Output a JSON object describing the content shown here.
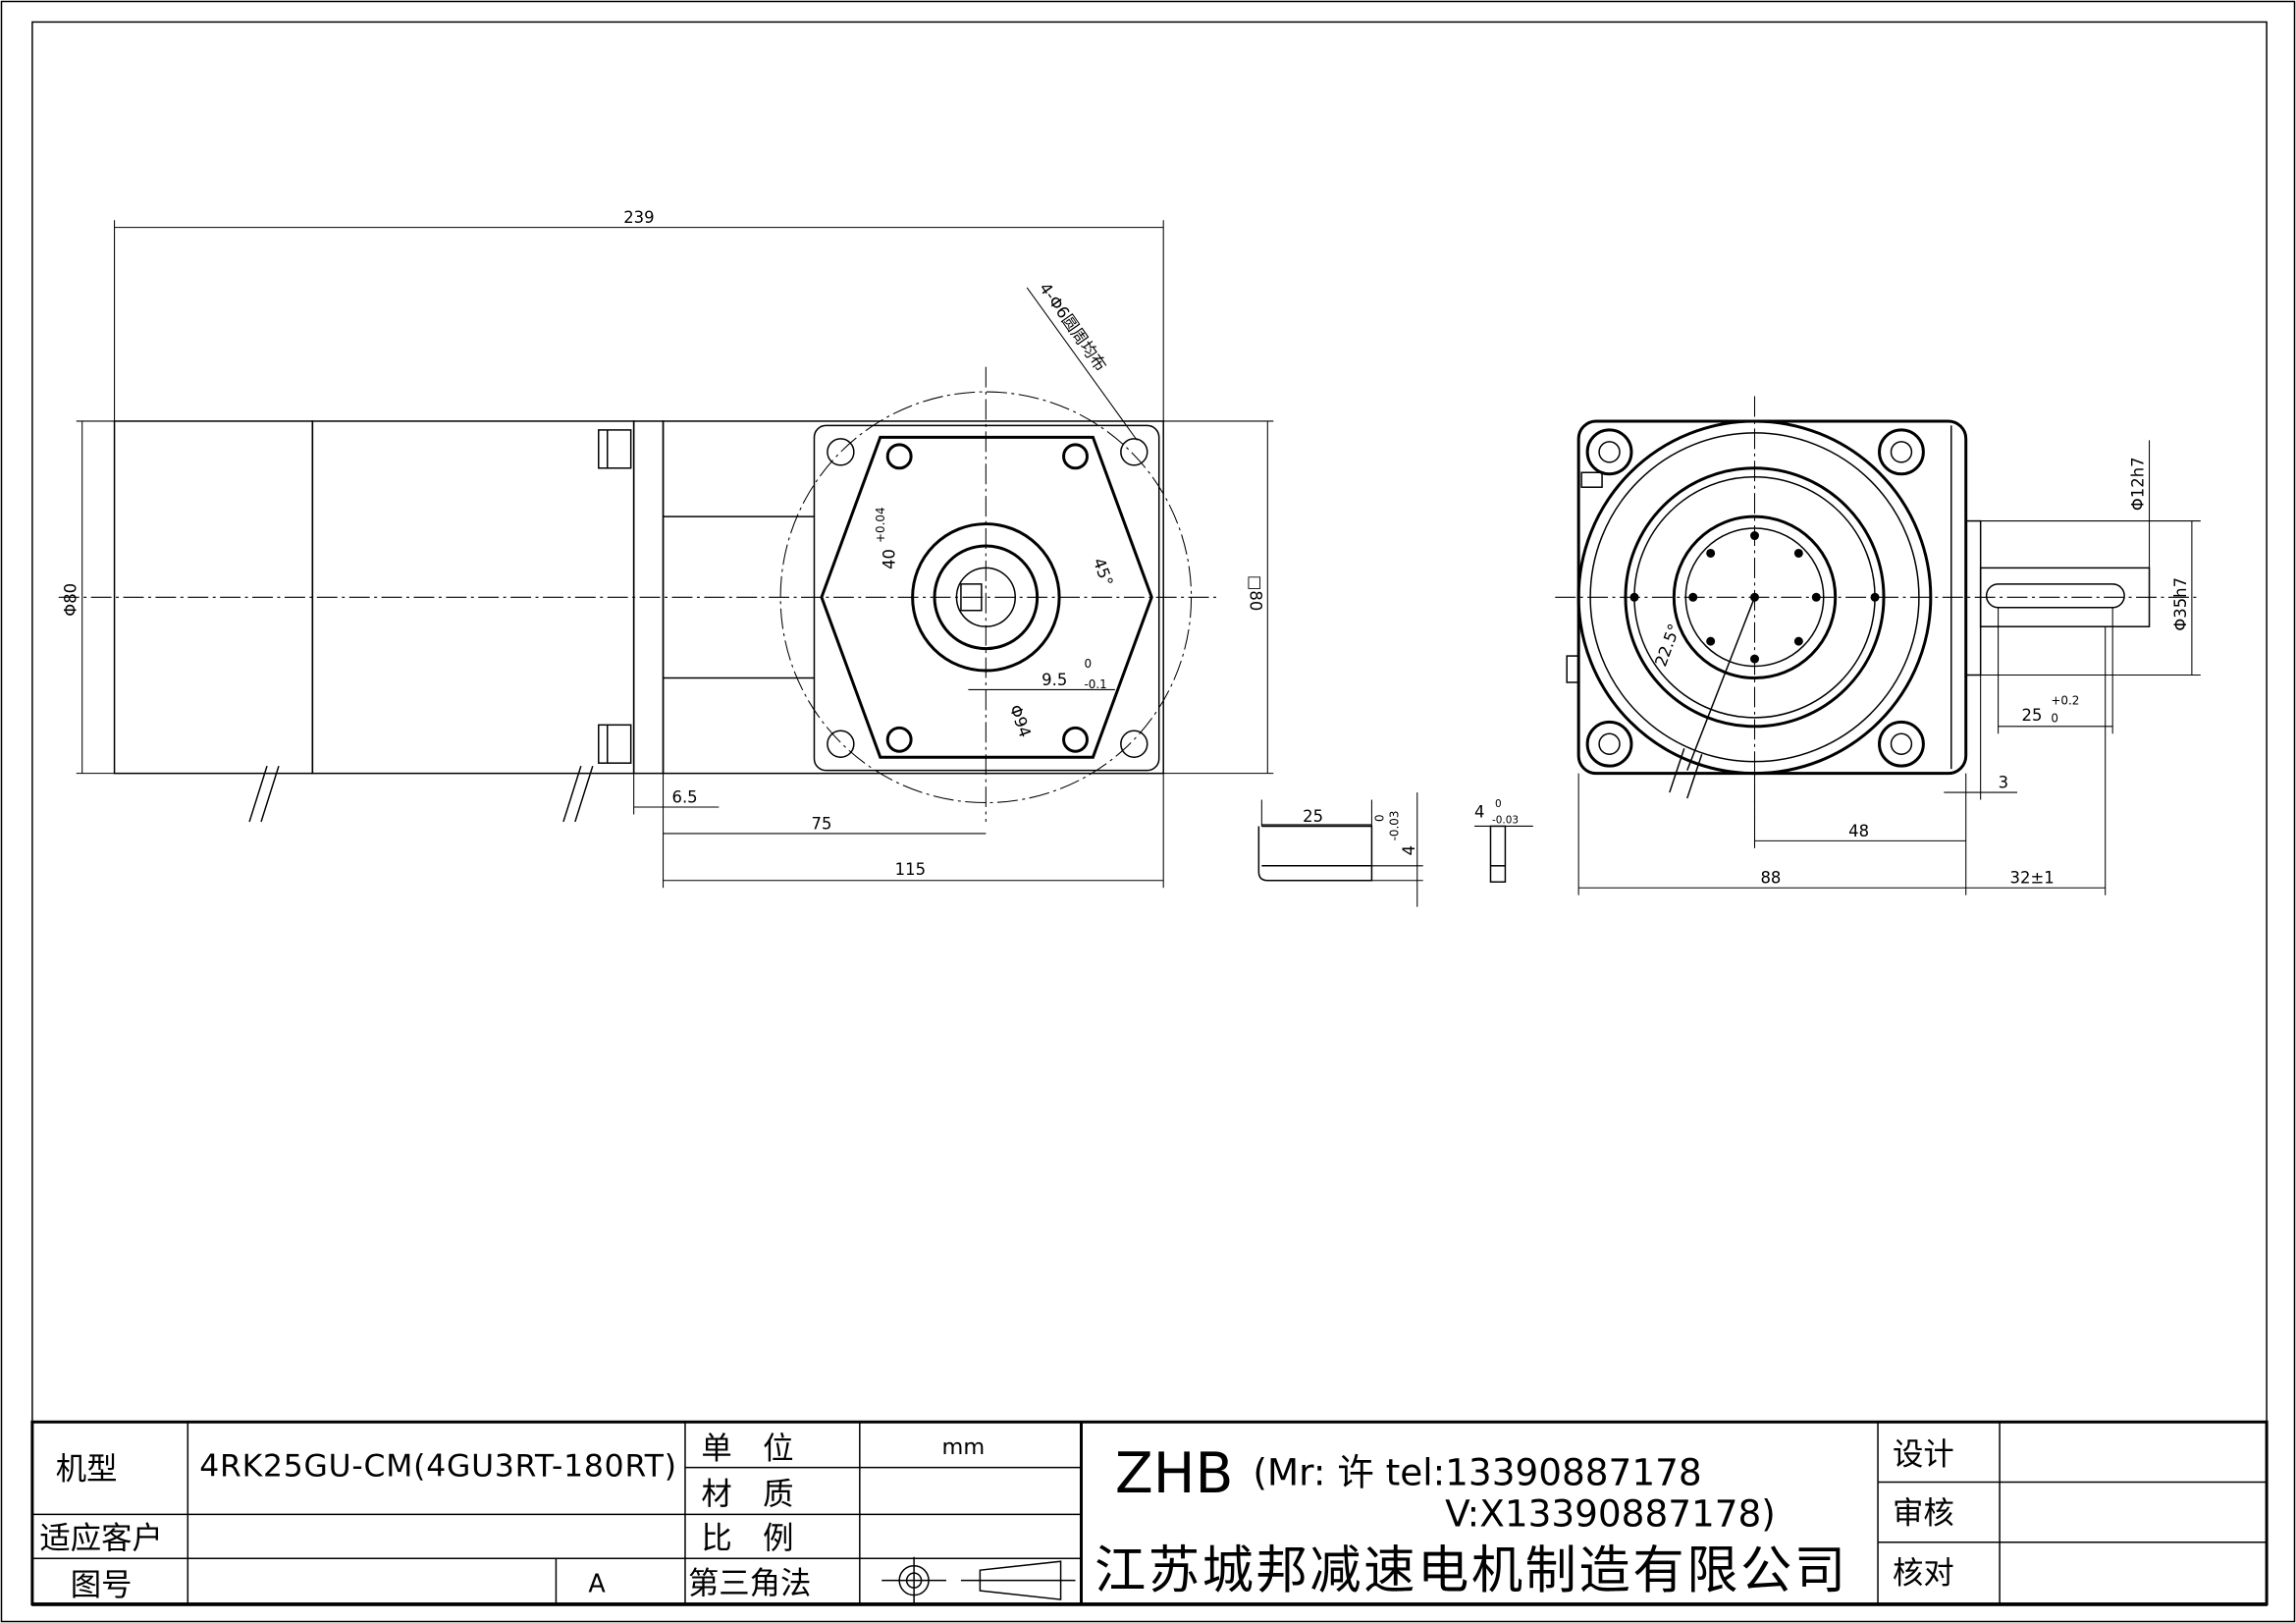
{
  "dimensions": {
    "overall_length": "239",
    "motor_dia": "Φ80",
    "flange_gap": "6.5",
    "shaft_offset": "75",
    "gearbox_length": "115",
    "gearbox_square": "□80",
    "mount_holes": "4-Φ6圆周均布",
    "angle_45": "45°",
    "bore_40": "40",
    "bore_40_tol": "+0.04",
    "keyway": "9.5",
    "keyway_tol_upper": "0",
    "keyway_tol_lower": "-0.1",
    "pcd_94": "Φ94",
    "key_length": "25",
    "key_height": "4",
    "key_height_tol_upper": "0",
    "key_height_tol_lower": "-0.03",
    "key_width": "4",
    "key_width_tol_upper": "0",
    "key_width_tol_lower": "-0.03",
    "shaft_12": "Φ12h7",
    "shaft_35": "Φ35h7",
    "shaft_key_len": "25",
    "shaft_key_tol_upper": "+0.2",
    "shaft_key_tol_lower": "0",
    "shaft_step": "3",
    "shaft_center": "48",
    "angle_22": "22.5°",
    "body_88": "88",
    "shaft_len": "32±1"
  },
  "title_block": {
    "model_label": "机型",
    "model_value": "4RK25GU-CM(4GU3RT-180RT)",
    "customer_label": "适应客户",
    "drawing_no_label": "图号",
    "revision": "A",
    "unit_label": "单　位",
    "unit_value": "mm",
    "material_label": "材　质",
    "scale_label": "比　例",
    "projection_label": "第三角法",
    "brand": "ZHB",
    "contact_line1": "(Mr: 许 tel:13390887178",
    "contact_line2": "V:X13390887178)",
    "company": "江苏城邦减速电机制造有限公司",
    "design_label": "设计",
    "review_label": "审核",
    "check_label": "核对"
  }
}
